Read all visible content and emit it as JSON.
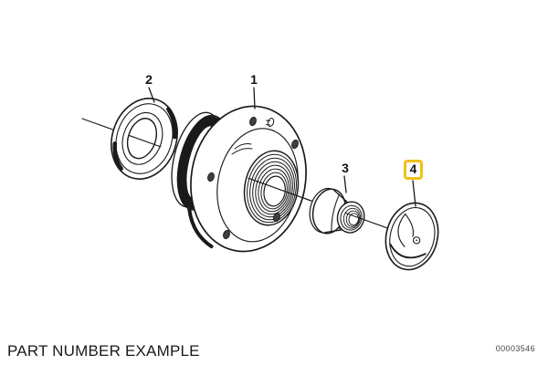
{
  "diagram": {
    "caption": "PART NUMBER EXAMPLE",
    "doc_number": "00003546",
    "highlight_color": "#F0C115",
    "parts": [
      {
        "label": "1"
      },
      {
        "label": "2"
      },
      {
        "label": "3"
      },
      {
        "label": "4",
        "highlighted": true
      }
    ]
  }
}
